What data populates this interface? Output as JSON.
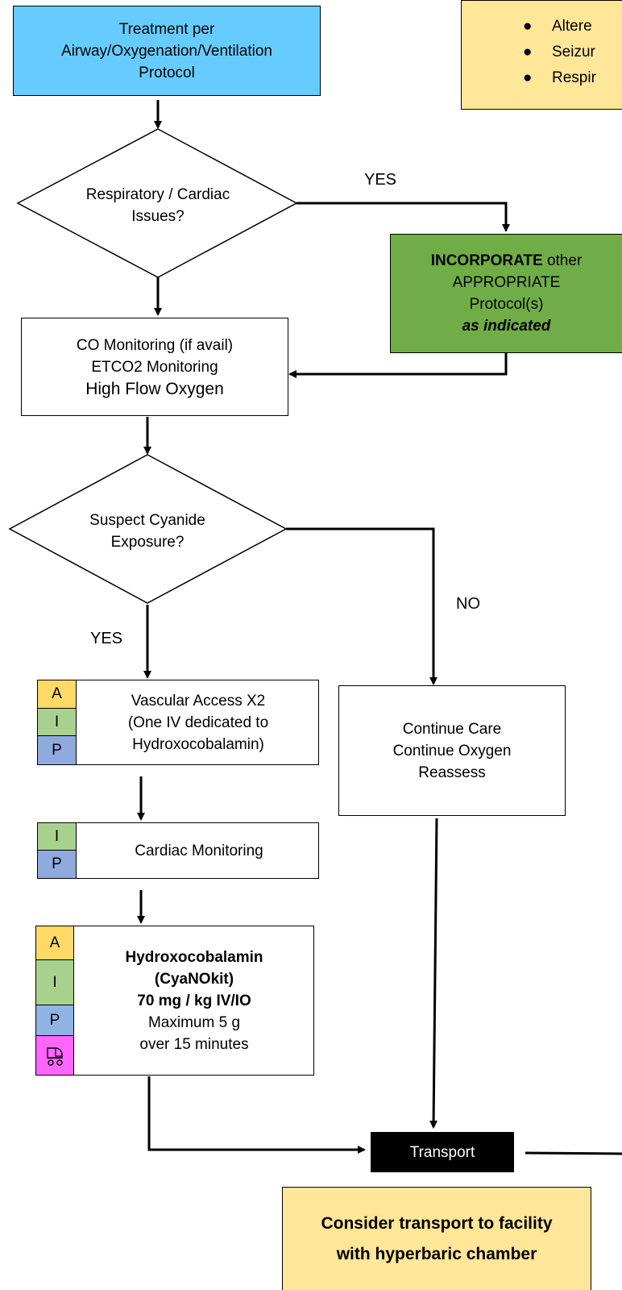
{
  "boxes": {
    "treatment": [
      "Treatment per",
      "Airway/Oxygenation/Ventilation",
      "Protocol"
    ],
    "resp_decision": [
      "Respiratory / Cardiac",
      "Issues?"
    ],
    "incorporate": {
      "bold": "INCORPORATE",
      "rest": " other",
      "line2": "APPROPRIATE",
      "line3": "Protocol(s)",
      "line4": "as indicated"
    },
    "co_monitoring": [
      "CO Monitoring (if avail)",
      "ETCO2 Monitoring",
      "High Flow Oxygen"
    ],
    "cyanide_decision": [
      "Suspect Cyanide",
      "Exposure?"
    ],
    "vascular": [
      "Vascular Access X2",
      "(One IV dedicated to",
      "Hydroxocobalamin)"
    ],
    "continue": [
      "Continue Care",
      "Continue Oxygen",
      "Reassess"
    ],
    "cardiac": [
      "Cardiac Monitoring"
    ],
    "hydroxo": {
      "bold1": "Hydroxocobalamin",
      "bold2": "(CyaNOkit)",
      "bold3": "70 mg / kg  IV/IO",
      "line4": "Maximum 5 g",
      "line5": "over 15 minutes"
    },
    "transport": "Transport",
    "consider": [
      "Consider transport to facility",
      "with hyperbaric chamber"
    ]
  },
  "top_right_list": [
    "Altere",
    "Seizur",
    "Respir"
  ],
  "labels": {
    "yes_right": "YES",
    "no": "NO",
    "yes_down": "YES"
  },
  "levels": {
    "a": "A",
    "i": "I",
    "p": "P"
  },
  "colors": {
    "treatment": "#66ccff",
    "green": "#70ad47",
    "yellow": "#ffe699",
    "level_a": "#ffd966",
    "level_i": "#a9d18e",
    "level_p": "#8faadc",
    "pediatric": "#ff66ff",
    "transport": "#000000"
  }
}
